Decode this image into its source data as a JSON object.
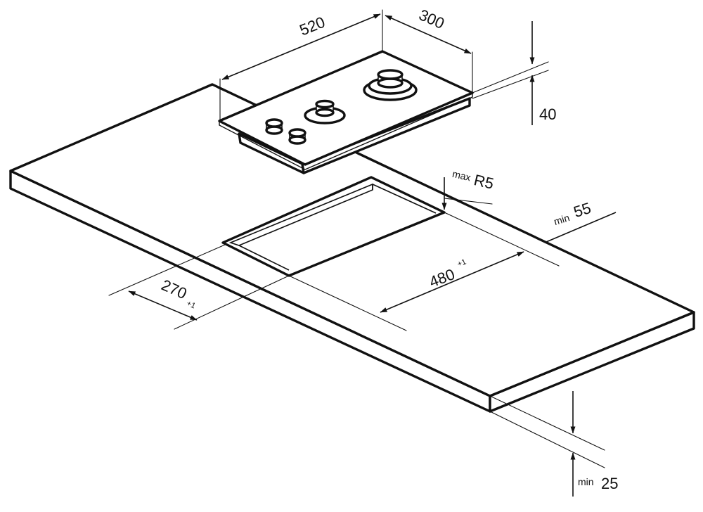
{
  "dimensions": {
    "hob_length": "520",
    "hob_depth": "300",
    "hob_height": "40",
    "corner_radius_prefix": "max",
    "corner_radius_value": "R5",
    "back_clearance_prefix": "min",
    "back_clearance_value": "55",
    "cutout_length": "480",
    "cutout_length_tol": "+1",
    "cutout_depth": "270",
    "cutout_depth_tol": "+1",
    "worktop_thickness_prefix": "min",
    "worktop_thickness_value": "25"
  }
}
